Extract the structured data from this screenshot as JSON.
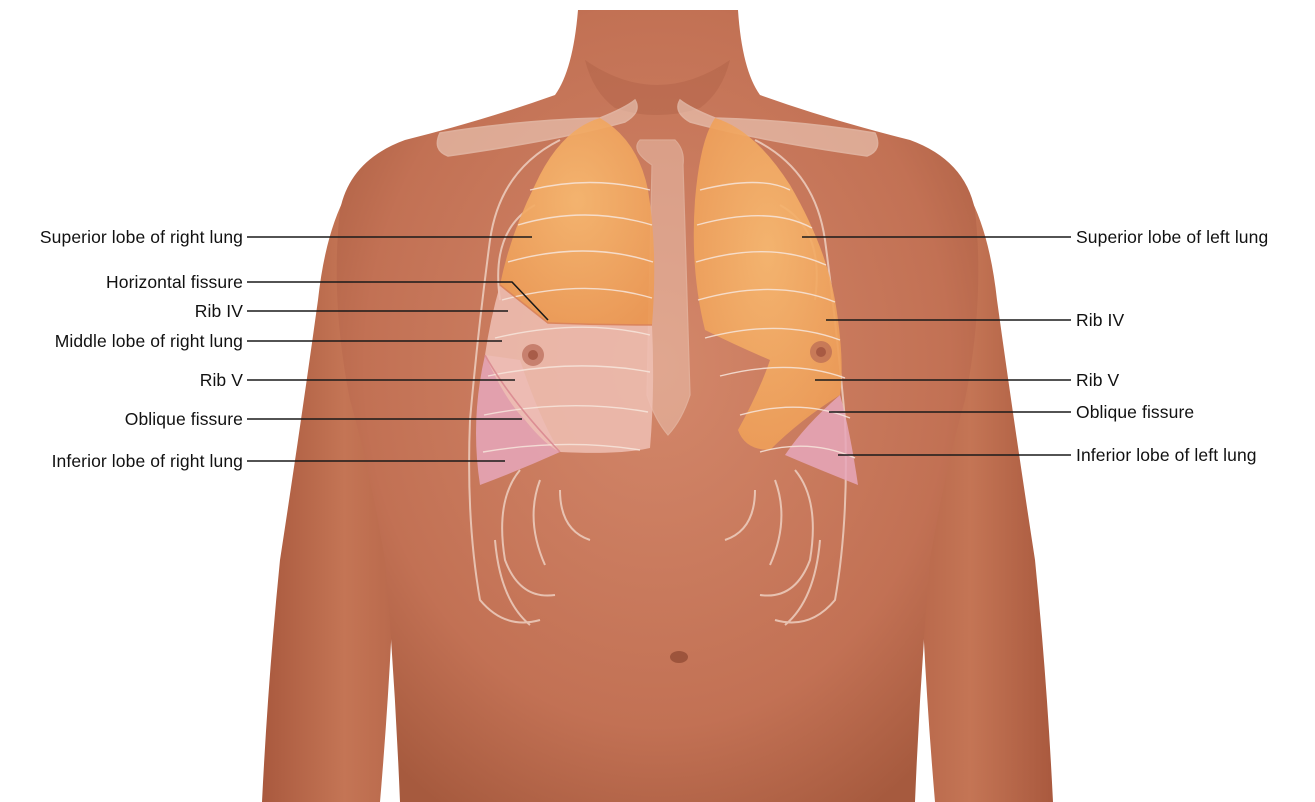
{
  "figure": {
    "subject": "Surface anatomy of the lungs (anterior view)",
    "colors": {
      "background": "#ffffff",
      "skin": "#c97a5a",
      "skin_shadow": "#a8583c",
      "bone_overlay": "#f3d7c8",
      "superior_lobe": "#f0a460",
      "middle_lobe": "#eec0b4",
      "inferior_lobe": "#e6a7bb",
      "leader_line": "#1a1a1a"
    }
  },
  "labels_left": {
    "superior_right": "Superior lobe of right lung",
    "horizontal_fissure": "Horizontal fissure",
    "rib_iv": "Rib IV",
    "middle_right": "Middle lobe of right lung",
    "rib_v": "Rib V",
    "oblique_fissure": "Oblique fissure",
    "inferior_right": "Inferior lobe of right lung"
  },
  "labels_right": {
    "superior_left": "Superior lobe of left lung",
    "rib_iv": "Rib IV",
    "rib_v": "Rib V",
    "oblique_fissure": "Oblique fissure",
    "inferior_left": "Inferior lobe of left lung"
  }
}
